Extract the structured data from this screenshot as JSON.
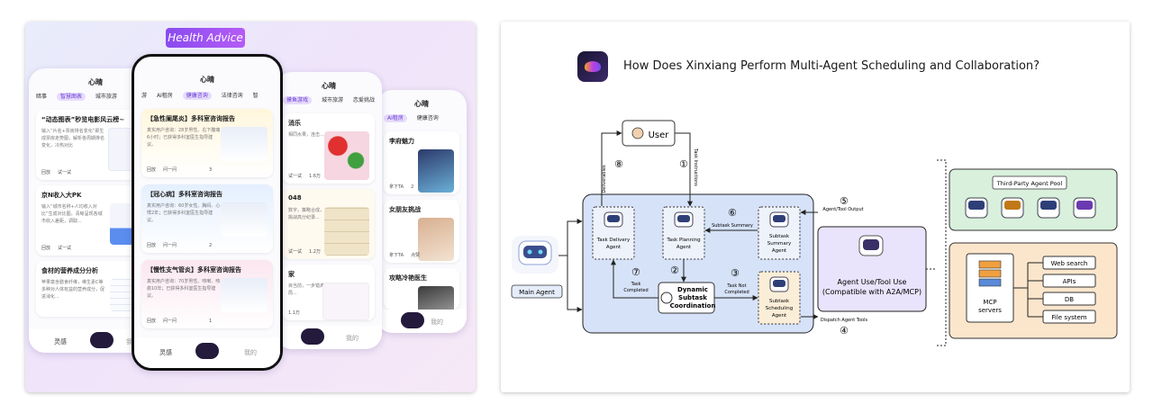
{
  "left_panel": {
    "badge": "Health Advice",
    "back_phone": {
      "title": "心晴",
      "tabs": [
        "暗事",
        "智慧图表",
        "城市旅游"
      ],
      "cards": [
        {
          "title": "“动态图表”秒览电影风云榜~",
          "body": "输入“片名+票房排名变化”即生成票房走势图，解析各周期排名变化，冷热对比",
          "actions": [
            "回放",
            "试一试"
          ]
        },
        {
          "title": "京N收入大PK",
          "body": "输入“城市名称+人均收入对比”生成对比图，清晰呈现各城市收入差距，调取...",
          "actions": [
            "回放",
            "试一试"
          ]
        },
        {
          "title": "食材的营养成分分析",
          "body": "苹果富含膳食纤维，维生素C等多种对人体有益的营养成分，促进消化...",
          "actions": []
        }
      ],
      "bottom": {
        "left": "灵感",
        "right": "我的"
      }
    },
    "front_phone": {
      "title": "心晴",
      "tabs": [
        "游",
        "AI租房",
        "健康咨询",
        "法律咨询",
        "智"
      ],
      "cards": [
        {
          "title": "【急性阑尾炎】多科室咨询报告",
          "body": "真实用户咨询：28岁男性。右下腹痛6小时；已获得多科室医生指导建议。",
          "actions": [
            "回放",
            "问一问"
          ],
          "likes": "3"
        },
        {
          "title": "【冠心病】多科室咨询报告",
          "body": "真实用户咨询：60岁女性。胸闷、心悸2年；已获得多科室医生指导建议。",
          "actions": [
            "回放",
            "问一问"
          ],
          "likes": "2"
        },
        {
          "title": "【慢性支气管炎】多科室咨询报告",
          "body": "真实用户咨询：70岁男性。咳嗽、咳痰10年；已获得多科室医生指导建议。",
          "actions": [
            "回放",
            "问一问"
          ],
          "likes": "1"
        }
      ],
      "bottom": {
        "left": "灵感",
        "right": "我的"
      }
    },
    "mid_phone": {
      "title": "心晴",
      "tabs": [
        "城市旅游",
        "恋爱挑战"
      ],
      "tab_active": "摸鱼游戏",
      "cards": [
        {
          "title": "消乐",
          "body": "相同水果，连击...",
          "actions": [
            "试一试"
          ],
          "likes": "1.6万"
        },
        {
          "title": "048",
          "body": "数字，策略合成，挑战高分纪录...",
          "actions": [
            "试一试"
          ],
          "likes": "1.2万"
        },
        {
          "title": "家",
          "body": "目当前，一步错满局...",
          "actions": [],
          "likes": "1.1万"
        }
      ],
      "bottom": {
        "right": "我的"
      }
    },
    "far_phone": {
      "title": "心晴",
      "tabs": [
        "AI租房",
        "健康咨询"
      ],
      "cards": [
        {
          "title": "李府魅力",
          "actions": [
            "拿下TA"
          ],
          "likes": "2"
        },
        {
          "title": "女朋友挑战",
          "actions": [
            "拿下TA"
          ],
          "likes": "点赞"
        },
        {
          "title": "攻略冷艳医生",
          "actions": []
        }
      ],
      "bottom": {
        "right": "我的"
      }
    }
  },
  "right_panel": {
    "heading": "How Does Xinxiang Perform Multi-Agent Scheduling and Collaboration?",
    "nodes": {
      "user": "User",
      "main_agent": "Main Agent",
      "task_delivery": [
        "Task Delivery",
        "Agent"
      ],
      "task_planning": [
        "Task Planning",
        "Agent"
      ],
      "subtask_summary": [
        "Subtask",
        "Summary",
        "Agent"
      ],
      "subtask_scheduling": [
        "Subtask",
        "Scheduling",
        "Agent"
      ],
      "dynamic_coord": [
        "Dynamic",
        "Subtask",
        "Coordination"
      ],
      "agent_tool_use": [
        "Agent Use/Tool Use",
        "(Compatible with A2A/MCP)"
      ],
      "third_party_pool": "Third-Party Agent Pool",
      "mcp_servers": [
        "MCP",
        "servers"
      ],
      "tools": [
        "Web search",
        "APIs",
        "DB",
        "File system"
      ]
    },
    "edge_labels": {
      "deliverables": "Deliverables",
      "task_instructions": "Task Instructions",
      "subtask_summary": "Subtask Summary",
      "task_completed": [
        "Task",
        "Completed"
      ],
      "task_not_completed": [
        "Task Not",
        "Completed"
      ],
      "agent_tool_output": "Agent/Tool Output",
      "dispatch_agent_tools": "Dispatch Agent Tools"
    },
    "steps": [
      "①",
      "②",
      "③",
      "④",
      "⑤",
      "⑥",
      "⑦",
      "⑧"
    ],
    "colors": {
      "core_bg": "#d6e2f7",
      "pool_bg": "#d8f0dc",
      "tools_bg": "#fbe6cc",
      "agent_bg": "#e9e3fb",
      "node_border": "#333333"
    }
  }
}
